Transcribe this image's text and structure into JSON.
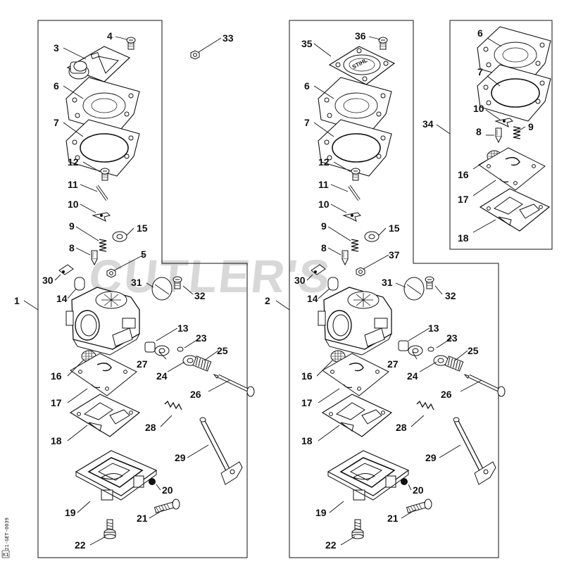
{
  "watermark": "CUTLER'S",
  "side_code": "1121-GET-0039",
  "side_badge": "K1",
  "stihl_text": "STIHL",
  "callouts": {
    "a1": "1",
    "a3": "3",
    "a4": "4",
    "a6": "6",
    "a7": "7",
    "a12": "12",
    "a11": "11",
    "a10": "10",
    "a9": "9",
    "a15": "15",
    "a8": "8",
    "a5": "5",
    "a30": "30",
    "a14": "14",
    "a31": "31",
    "a32": "32",
    "a13": "13",
    "a23": "23",
    "a25": "25",
    "a27": "27",
    "a24": "24",
    "a16": "16",
    "a26": "26",
    "a17": "17",
    "a28": "28",
    "a18": "18",
    "a29": "29",
    "a20": "20",
    "a19": "19",
    "a21": "21",
    "a22": "22",
    "a33": "33",
    "b2": "2",
    "b36": "36",
    "b35": "35",
    "b6": "6",
    "b7": "7",
    "b12": "12",
    "b11": "11",
    "b10": "10",
    "b9": "9",
    "b15": "15",
    "b8": "8",
    "b37": "37",
    "b30": "30",
    "b14": "14",
    "b31": "31",
    "b32": "32",
    "b13": "13",
    "b23": "23",
    "b25": "25",
    "b27": "27",
    "b24": "24",
    "b16": "16",
    "b26": "26",
    "b17": "17",
    "b28": "28",
    "b18": "18",
    "b29": "29",
    "b20": "20",
    "b19": "19",
    "b21": "21",
    "b22": "22",
    "c34": "34",
    "c6": "6",
    "c7": "7",
    "c10": "10",
    "c9": "9",
    "c8": "8",
    "c16": "16",
    "c17": "17",
    "c18": "18"
  }
}
